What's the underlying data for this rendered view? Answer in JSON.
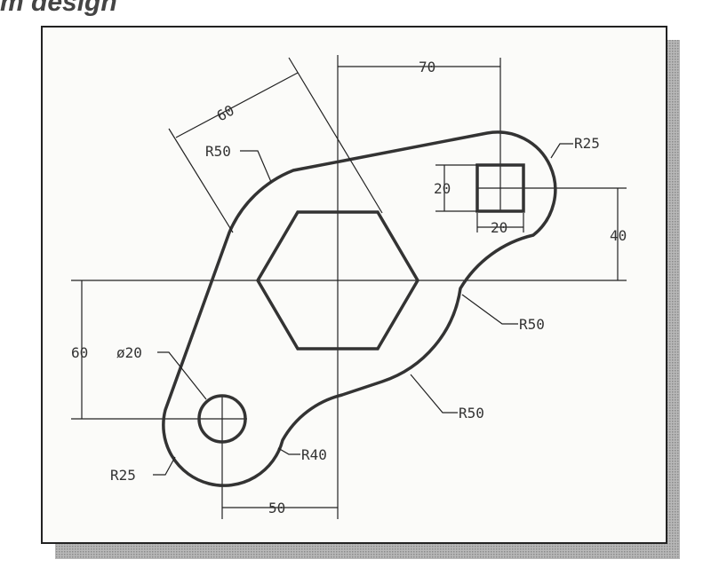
{
  "header": {
    "title_fragment": "m design"
  },
  "dimensions": {
    "top_horizontal": "70",
    "angled": "60",
    "square_height": "20",
    "square_width": "20",
    "right_vertical": "40",
    "left_vertical": "60",
    "bottom_horizontal": "50"
  },
  "callouts": {
    "upper_left_arc": "R50",
    "upper_right_arc": "R25",
    "right_concave_arc": "R50",
    "lower_convex_arc": "R50",
    "hole_diameter": "ø20",
    "bottom_left_arc": "R25",
    "bottom_concave_arc": "R40"
  }
}
